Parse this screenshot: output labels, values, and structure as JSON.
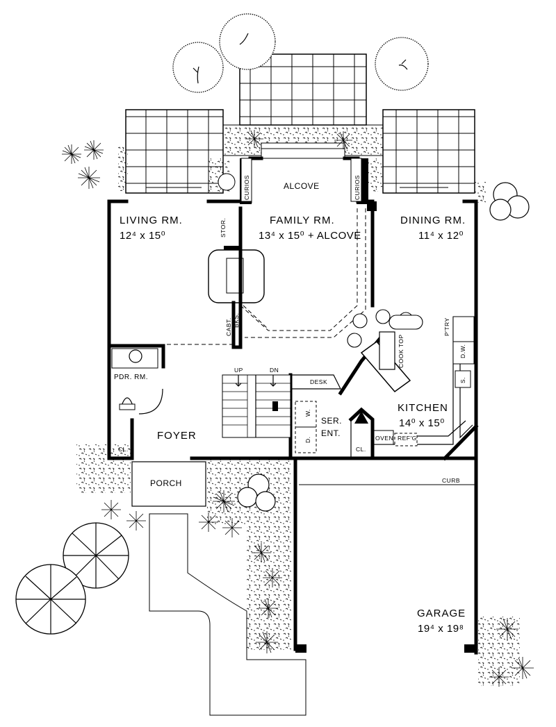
{
  "rooms": {
    "living": {
      "name": "LIVING RM.",
      "dim": "12⁴ x 15⁰"
    },
    "family": {
      "name": "FAMILY RM.",
      "dim": "13⁴ x 15⁰ + ALCOVE"
    },
    "dining": {
      "name": "DINING RM.",
      "dim": "11⁴ x 12⁰"
    },
    "kitchen": {
      "name": "KITCHEN",
      "dim": "14⁰ x 15⁰"
    },
    "garage": {
      "name": "GARAGE",
      "dim": "19⁴ x 19⁸"
    },
    "alcove": "ALCOVE",
    "foyer": "FOYER",
    "porch": "PORCH",
    "powder": "PDR. RM.",
    "service_entry": [
      "SER.",
      "ENT."
    ]
  },
  "fixtures": {
    "curios_left": "CURIOS",
    "curios_right": "CURIOS",
    "storage": "STOR.",
    "cabinet": "CABT.",
    "books": "BKS.",
    "closet_foyer": "CL.",
    "closet_service": "CL.",
    "cooktop": "COOK TOP",
    "pantry": "P'TRY",
    "dishwasher": "D.W.",
    "sink": "S.",
    "oven": "OVEN",
    "refrigerator": "REF'G",
    "desk": "DESK",
    "washer": "W.",
    "dryer": "D.",
    "stairs_up": "UP",
    "stairs_down": "DN",
    "curb": "CURB"
  }
}
